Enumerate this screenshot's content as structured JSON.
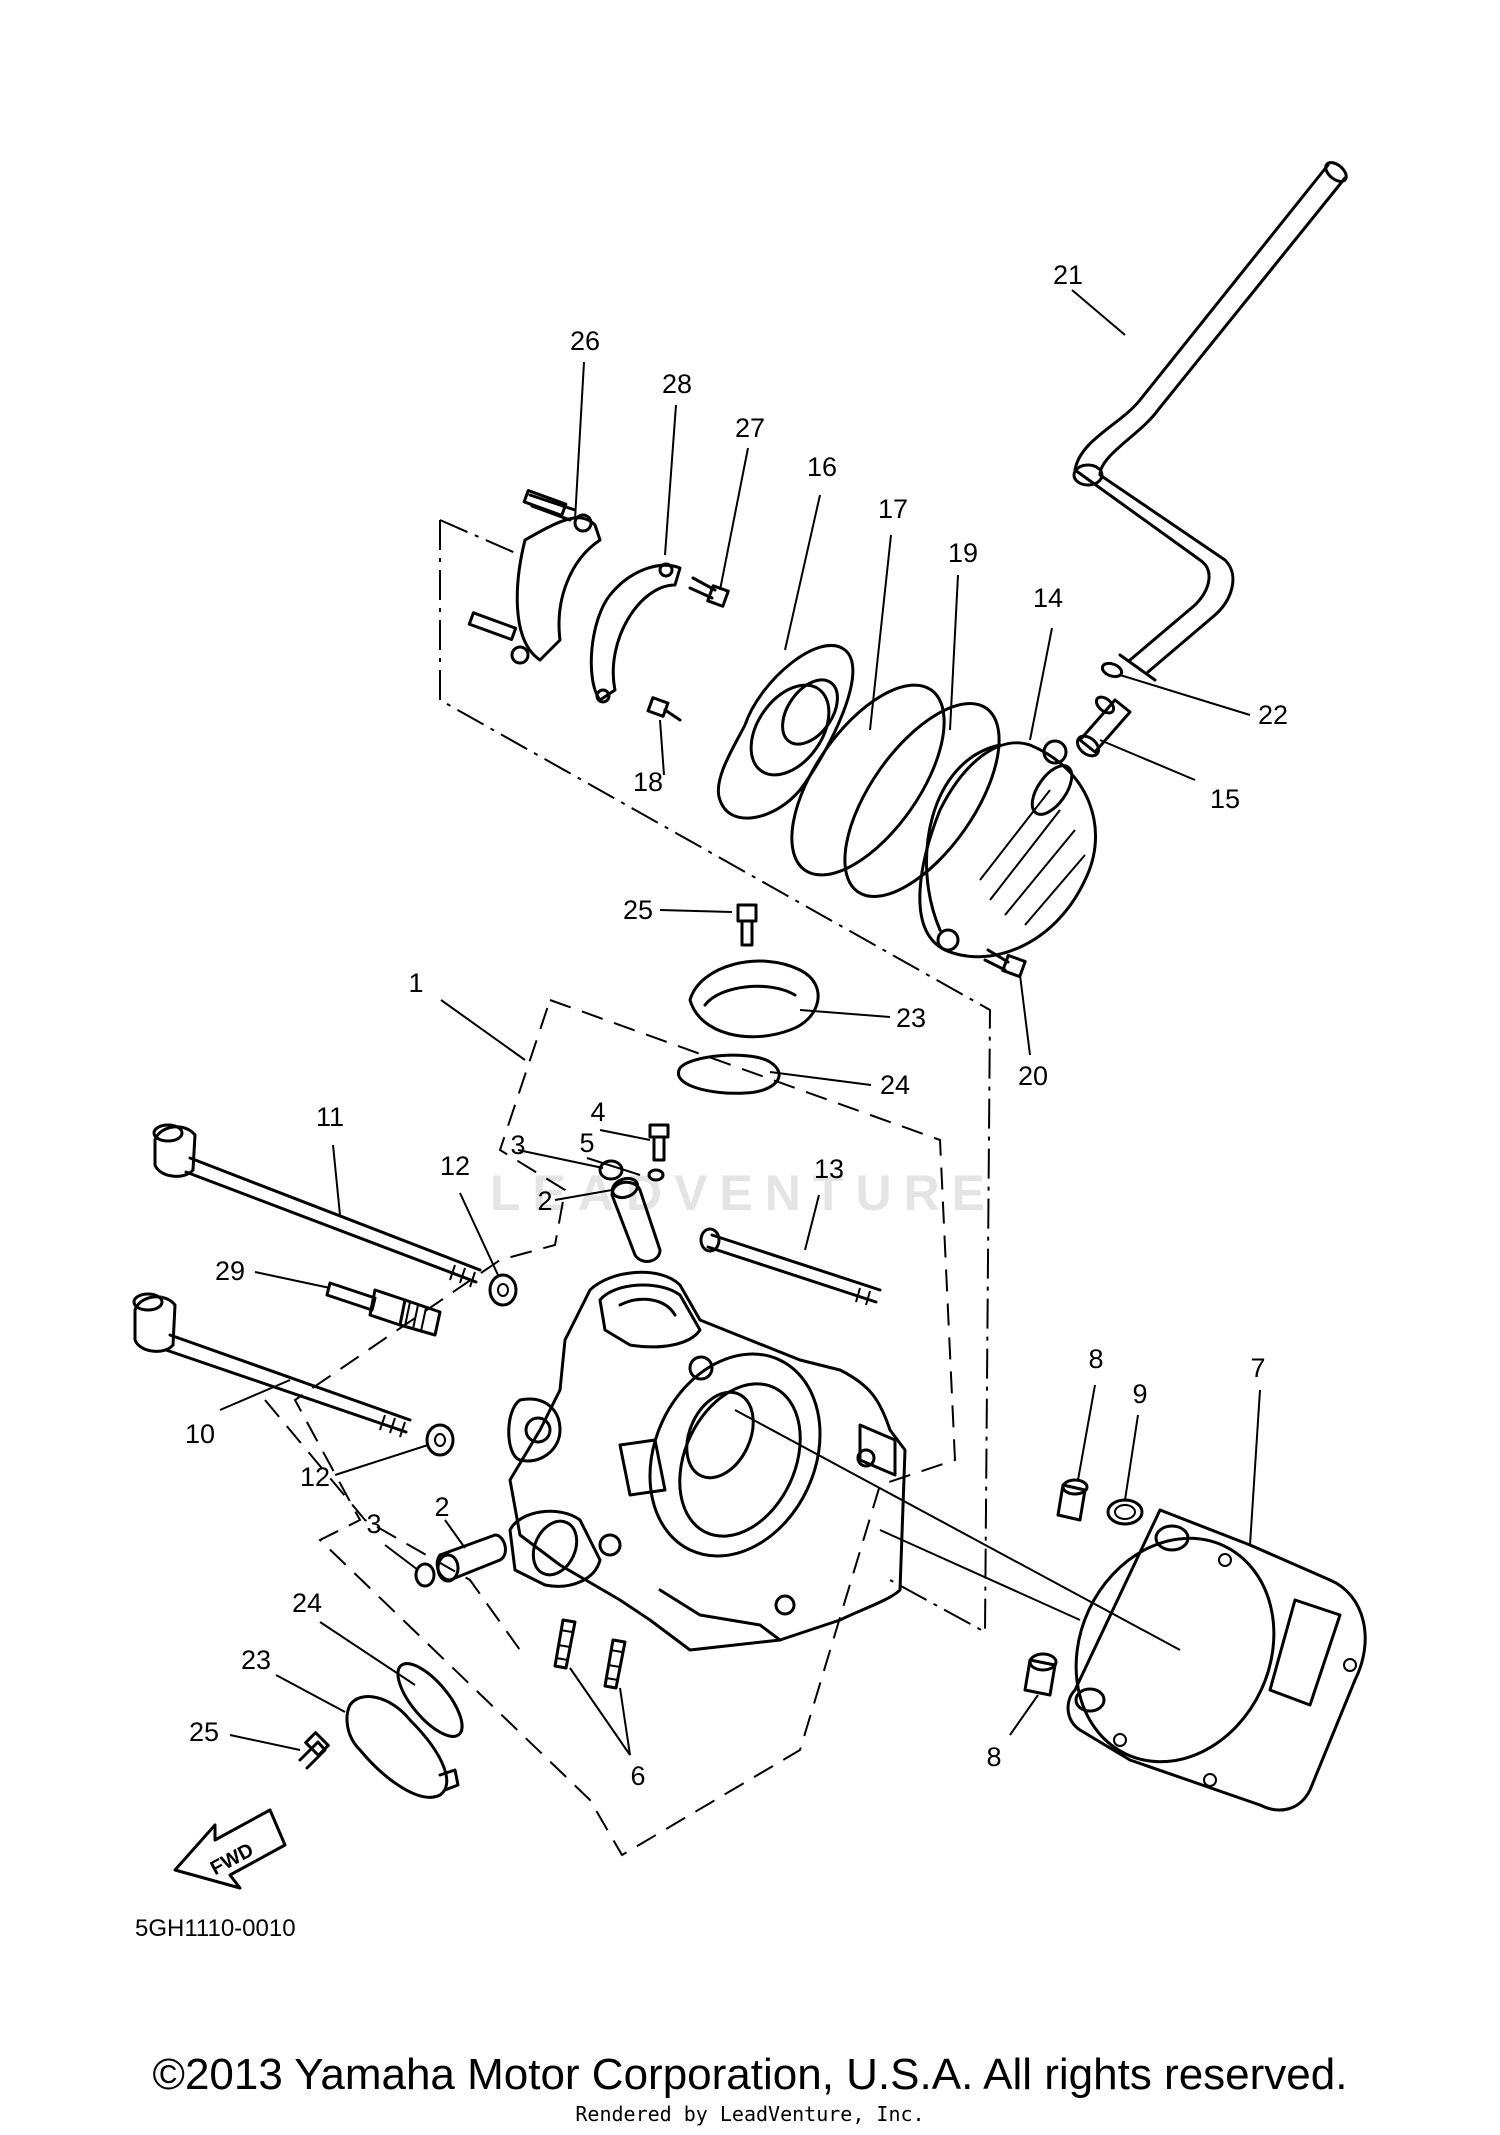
{
  "diagram": {
    "callouts": {
      "p1": "1",
      "p2a": "2",
      "p2b": "2",
      "p3a": "3",
      "p3b": "3",
      "p4": "4",
      "p5": "5",
      "p6": "6",
      "p7": "7",
      "p8a": "8",
      "p8b": "8",
      "p9": "9",
      "p10": "10",
      "p11": "11",
      "p12a": "12",
      "p12b": "12",
      "p13": "13",
      "p14": "14",
      "p15": "15",
      "p16": "16",
      "p17": "17",
      "p18": "18",
      "p19": "19",
      "p20": "20",
      "p21": "21",
      "p22": "22",
      "p23a": "23",
      "p23b": "23",
      "p24a": "24",
      "p24b": "24",
      "p25a": "25",
      "p25b": "25",
      "p26": "26",
      "p27": "27",
      "p28": "28",
      "p29": "29"
    },
    "fwd_label": "FWD",
    "ref_code": "5GH1110-0010",
    "watermark": "LEADVENTURE"
  },
  "footer": {
    "copyright": "©2013 Yamaha Motor Corporation, U.S.A. All rights reserved.",
    "rendered_by": "Rendered by LeadVenture, Inc."
  },
  "colors": {
    "ink": "#000000",
    "background": "#ffffff",
    "watermark": "#e4e4e4"
  }
}
